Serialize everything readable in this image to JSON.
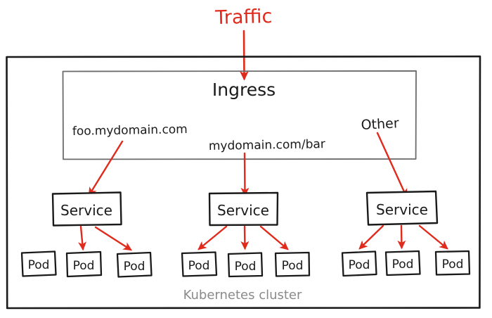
{
  "diagram": {
    "title_label": "Traffic",
    "cluster_label": "Kubernetes cluster",
    "ingress_label": "Ingress",
    "colors": {
      "arrow_red": "#e02a1c",
      "ink_black": "#1a1a1a",
      "ingress_border": "#6b6b6b",
      "cluster_text": "#8a8a8a",
      "background": "#ffffff"
    },
    "routes": [
      {
        "id": "route-foo",
        "label": "foo.mydomain.com"
      },
      {
        "id": "route-bar",
        "label": "mydomain.com/bar"
      },
      {
        "id": "route-other",
        "label": "Other"
      }
    ],
    "services": [
      {
        "id": "service-1",
        "label": "Service",
        "pods": [
          {
            "id": "pod-1-1",
            "label": "Pod",
            "has_arrow": false
          },
          {
            "id": "pod-1-2",
            "label": "Pod",
            "has_arrow": true
          },
          {
            "id": "pod-1-3",
            "label": "Pod",
            "has_arrow": true
          }
        ]
      },
      {
        "id": "service-2",
        "label": "Service",
        "pods": [
          {
            "id": "pod-2-1",
            "label": "Pod",
            "has_arrow": true
          },
          {
            "id": "pod-2-2",
            "label": "Pod",
            "has_arrow": true
          },
          {
            "id": "pod-2-3",
            "label": "Pod",
            "has_arrow": true
          }
        ]
      },
      {
        "id": "service-3",
        "label": "Service",
        "pods": [
          {
            "id": "pod-3-1",
            "label": "Pod",
            "has_arrow": true
          },
          {
            "id": "pod-3-2",
            "label": "Pod",
            "has_arrow": true
          },
          {
            "id": "pod-3-3",
            "label": "Pod",
            "has_arrow": true
          }
        ]
      }
    ]
  }
}
